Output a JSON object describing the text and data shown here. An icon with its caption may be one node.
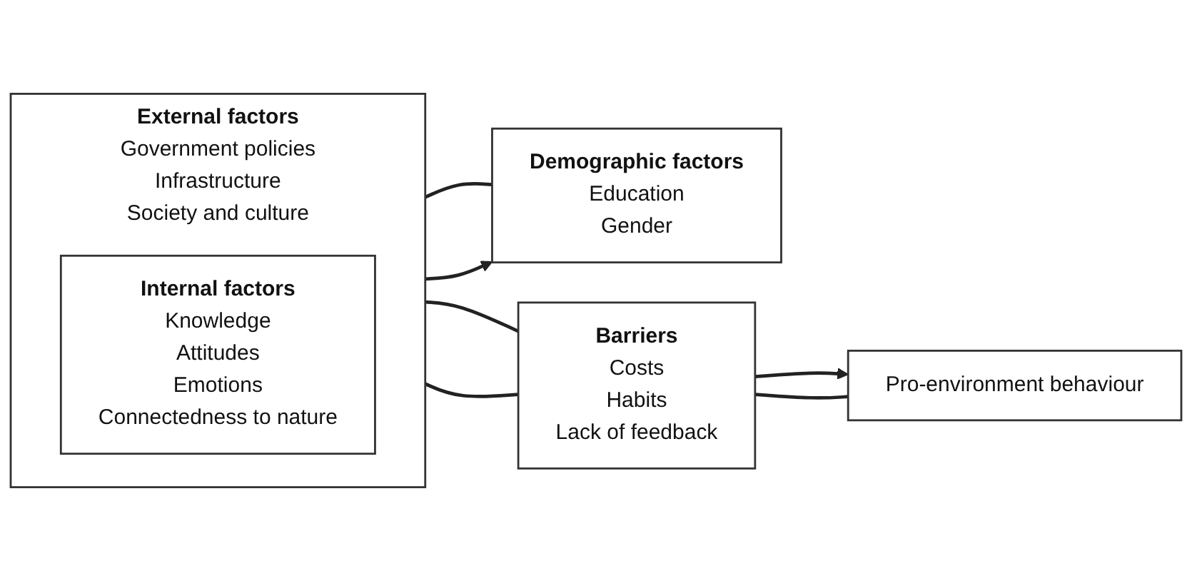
{
  "diagram": {
    "nodes": [
      {
        "text": [
          "Demographic factors",
          "Education",
          "Gender"
        ]
      },
      {
        "text": [
          "External factors",
          "Government policies",
          "Infrastructure",
          "Society and culture"
        ]
      },
      {
        "text": [
          "Internal factors",
          "Knowledge",
          "Attitudes",
          "Emotions",
          "Connectedness to nature"
        ],
        "in": 1
      },
      {
        "text": [
          "Barriers",
          "Costs",
          "Habits",
          "Lack of feedback"
        ]
      },
      {
        "text": [
          "Pro-environment behaviour"
        ]
      }
    ],
    "edges": [
      {
        "from": 1,
        "to": 0,
        "arrow": "none"
      },
      {
        "from": 1,
        "to": 0,
        "arrow": "to"
      },
      {
        "from": 1,
        "to": 3,
        "arrow": "none"
      },
      {
        "from": 1,
        "to": 3,
        "arrow": "none"
      },
      {
        "from": 3,
        "to": 4,
        "arrow": "to"
      },
      {
        "from": 3,
        "to": 4,
        "arrow": "none"
      }
    ]
  }
}
